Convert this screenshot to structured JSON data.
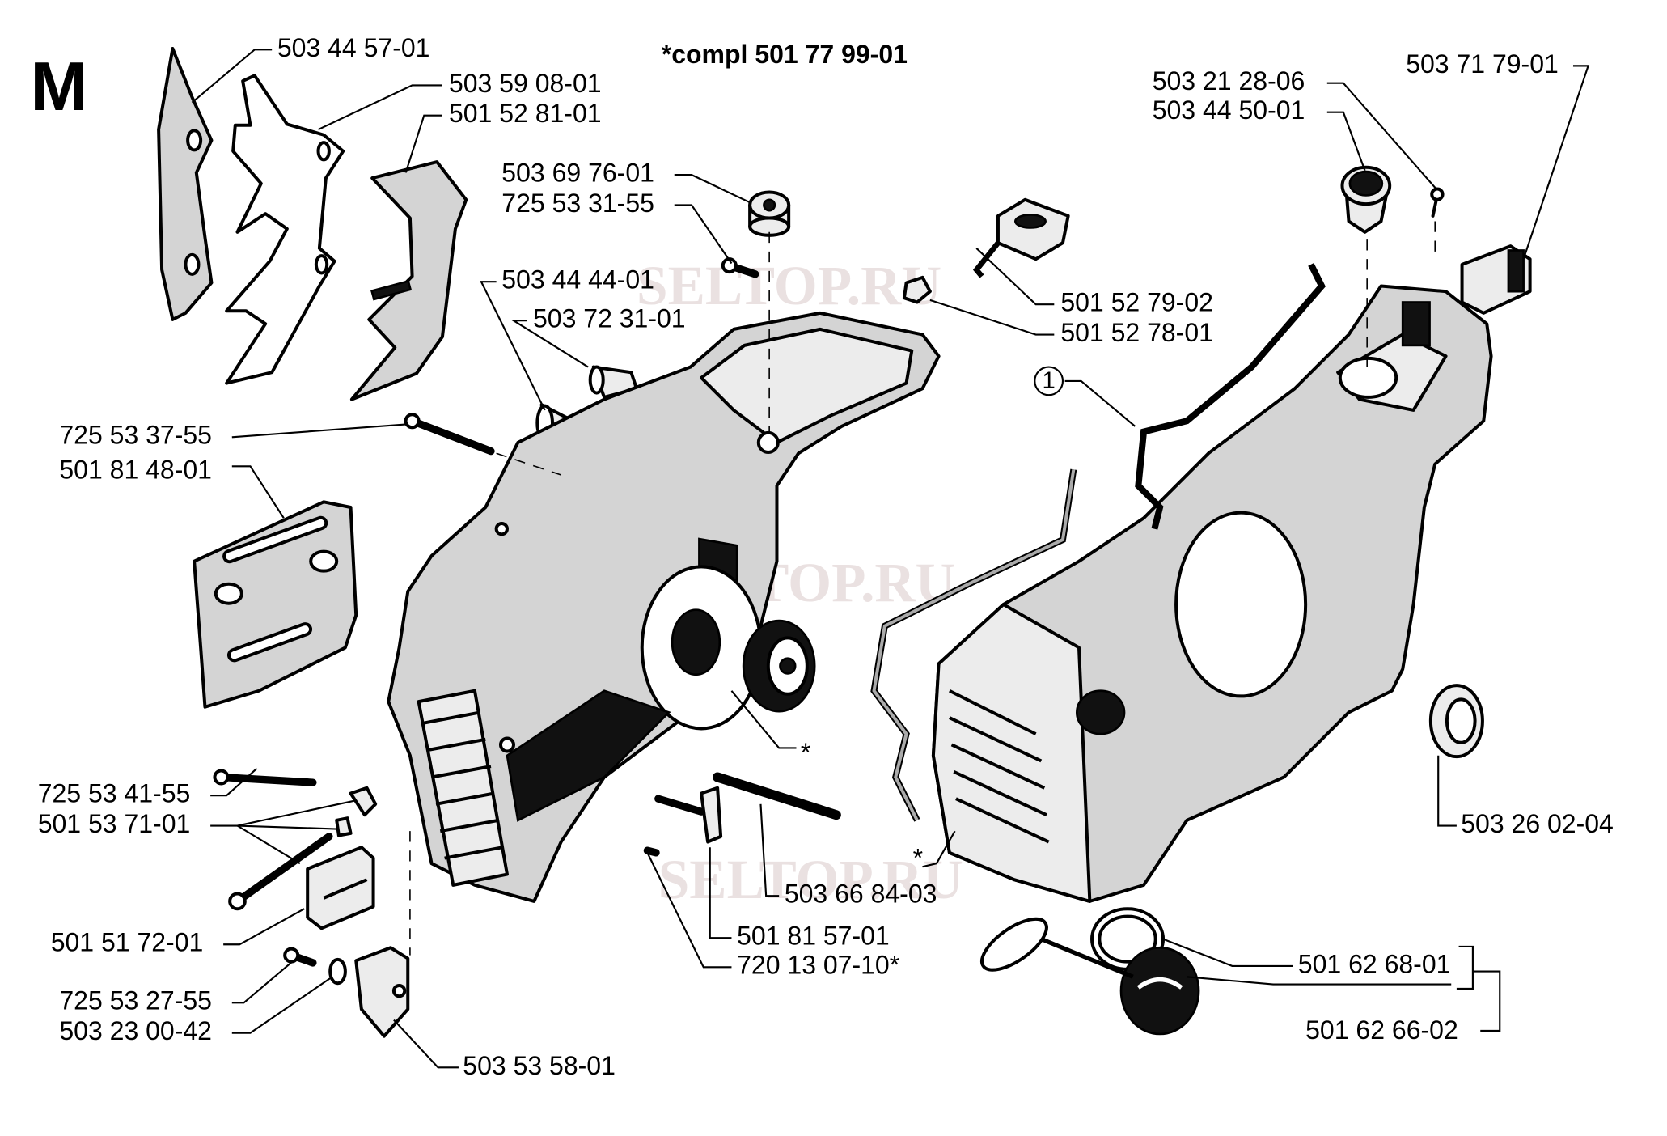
{
  "diagram": {
    "section_letter": "M",
    "assembly_note": "*compl 501 77 99-01",
    "callout_number": "1",
    "asterisk": "*",
    "watermark": "SELTOP.RU",
    "labels": [
      "503 44 57-01",
      "503 59 08-01",
      "501 52 81-01",
      "503 69 76-01",
      "725 53 31-55",
      "503 44 44-01",
      "503 72 31-01",
      "725 53 37-55",
      "501 81 48-01",
      "725 53 41-55",
      "501 53 71-01",
      "501 51 72-01",
      "725 53 27-55",
      "503 23 00-42",
      "503 53 58-01",
      "503 66 84-03",
      "501 81 57-01",
      "720 13 07-10*",
      "501 52 79-02",
      "501 52 78-01",
      "503 21 28-06",
      "503 44 50-01",
      "503 71 79-01",
      "503 26 02-04",
      "501 62 68-01",
      "501 62 66-02"
    ]
  }
}
